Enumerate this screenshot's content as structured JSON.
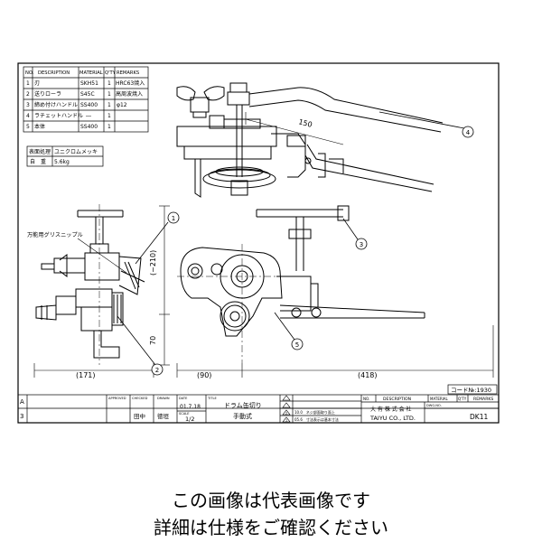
{
  "parts_table": {
    "headers": [
      "NO.",
      "DESCRIPTION",
      "MATERIAL",
      "Q'TY",
      "REMARKS"
    ],
    "rows": [
      {
        "no": "1",
        "description": "刃",
        "material": "SKH51",
        "qty": "1",
        "remarks": "HRC63焼入"
      },
      {
        "no": "2",
        "description": "送りローラ",
        "material": "S45C",
        "qty": "1",
        "remarks": "高周波焼入"
      },
      {
        "no": "3",
        "description": "締め付けハンドル",
        "material": "SS400",
        "qty": "1",
        "remarks": "φ12"
      },
      {
        "no": "4",
        "description": "ラチェットハンドル",
        "material": "―",
        "qty": "1",
        "remarks": ""
      },
      {
        "no": "5",
        "description": "本体",
        "material": "SS400",
        "qty": "1",
        "remarks": ""
      }
    ]
  },
  "spec": {
    "surface_label": "表面処理",
    "surface_value": "ユニクロムメッキ",
    "weight_label": "自　重",
    "weight_value": "5.6kg"
  },
  "annotations": {
    "grease": "万能用グリスニップル",
    "dim_150": "150",
    "dim_210": "(~210)",
    "dim_70": "70",
    "dim_171": "(171)",
    "dim_90": "(90)",
    "dim_418": "(418)",
    "code": "コード№:1930",
    "balloons": [
      "1",
      "2",
      "3",
      "4",
      "5"
    ]
  },
  "title_block": {
    "approved": "APPROVED",
    "checked": "CHECKED",
    "drawn": "DRAWN",
    "date_label": "DATE",
    "title_label": "TITLE",
    "scale_label": "SCALE",
    "checker": "田中",
    "drawer": "徳垣",
    "date": "01.7.18",
    "scale": "1/2",
    "title_line1": "ドラム缶切り",
    "title_line2": "手動式",
    "row_a": "A",
    "row_3": "3",
    "tol_rows": [
      {
        "tri": "",
        "text": ""
      },
      {
        "tri": "",
        "text": ""
      },
      {
        "tri": "2",
        "text": "10.0　ネジ部面取り面上"
      },
      {
        "tri": "1",
        "text": "05.6　寸法表示は基本寸法"
      }
    ],
    "right_headers": [
      "NO.",
      "DESCRIPTION",
      "MATERIAL",
      "Q'TY",
      "REMARKS"
    ],
    "company_jp": "大 有 株 式 会 社",
    "company_en": "TAIYU CO., LTD.",
    "dwg_label": "DWG.NO.",
    "dwg_no": "DK11"
  },
  "captions": {
    "line1": "この画像は代表画像です",
    "line2": "詳細は仕様をご確認ください"
  }
}
